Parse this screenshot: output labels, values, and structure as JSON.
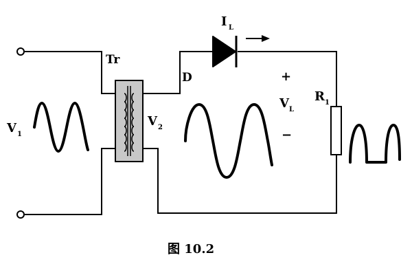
{
  "labels": {
    "transformer": "Tr",
    "diode": "D",
    "current": "I",
    "current_sub": "L",
    "plus": "+",
    "minus": "−",
    "vl": "V",
    "vl_sub": "L",
    "resistor": "R",
    "resistor_sub": "1",
    "v1": "V",
    "v1_sub": "1",
    "v2": "V",
    "v2_sub": "2"
  },
  "caption": "图 10.2",
  "colors": {
    "line": "#000000",
    "transformer_fill": "#c8c8c8",
    "background": "#ffffff"
  },
  "icons": {
    "diode": "diode-symbol",
    "transformer": "transformer-symbol",
    "resistor": "resistor-symbol",
    "arrow": "current-direction-arrow"
  }
}
